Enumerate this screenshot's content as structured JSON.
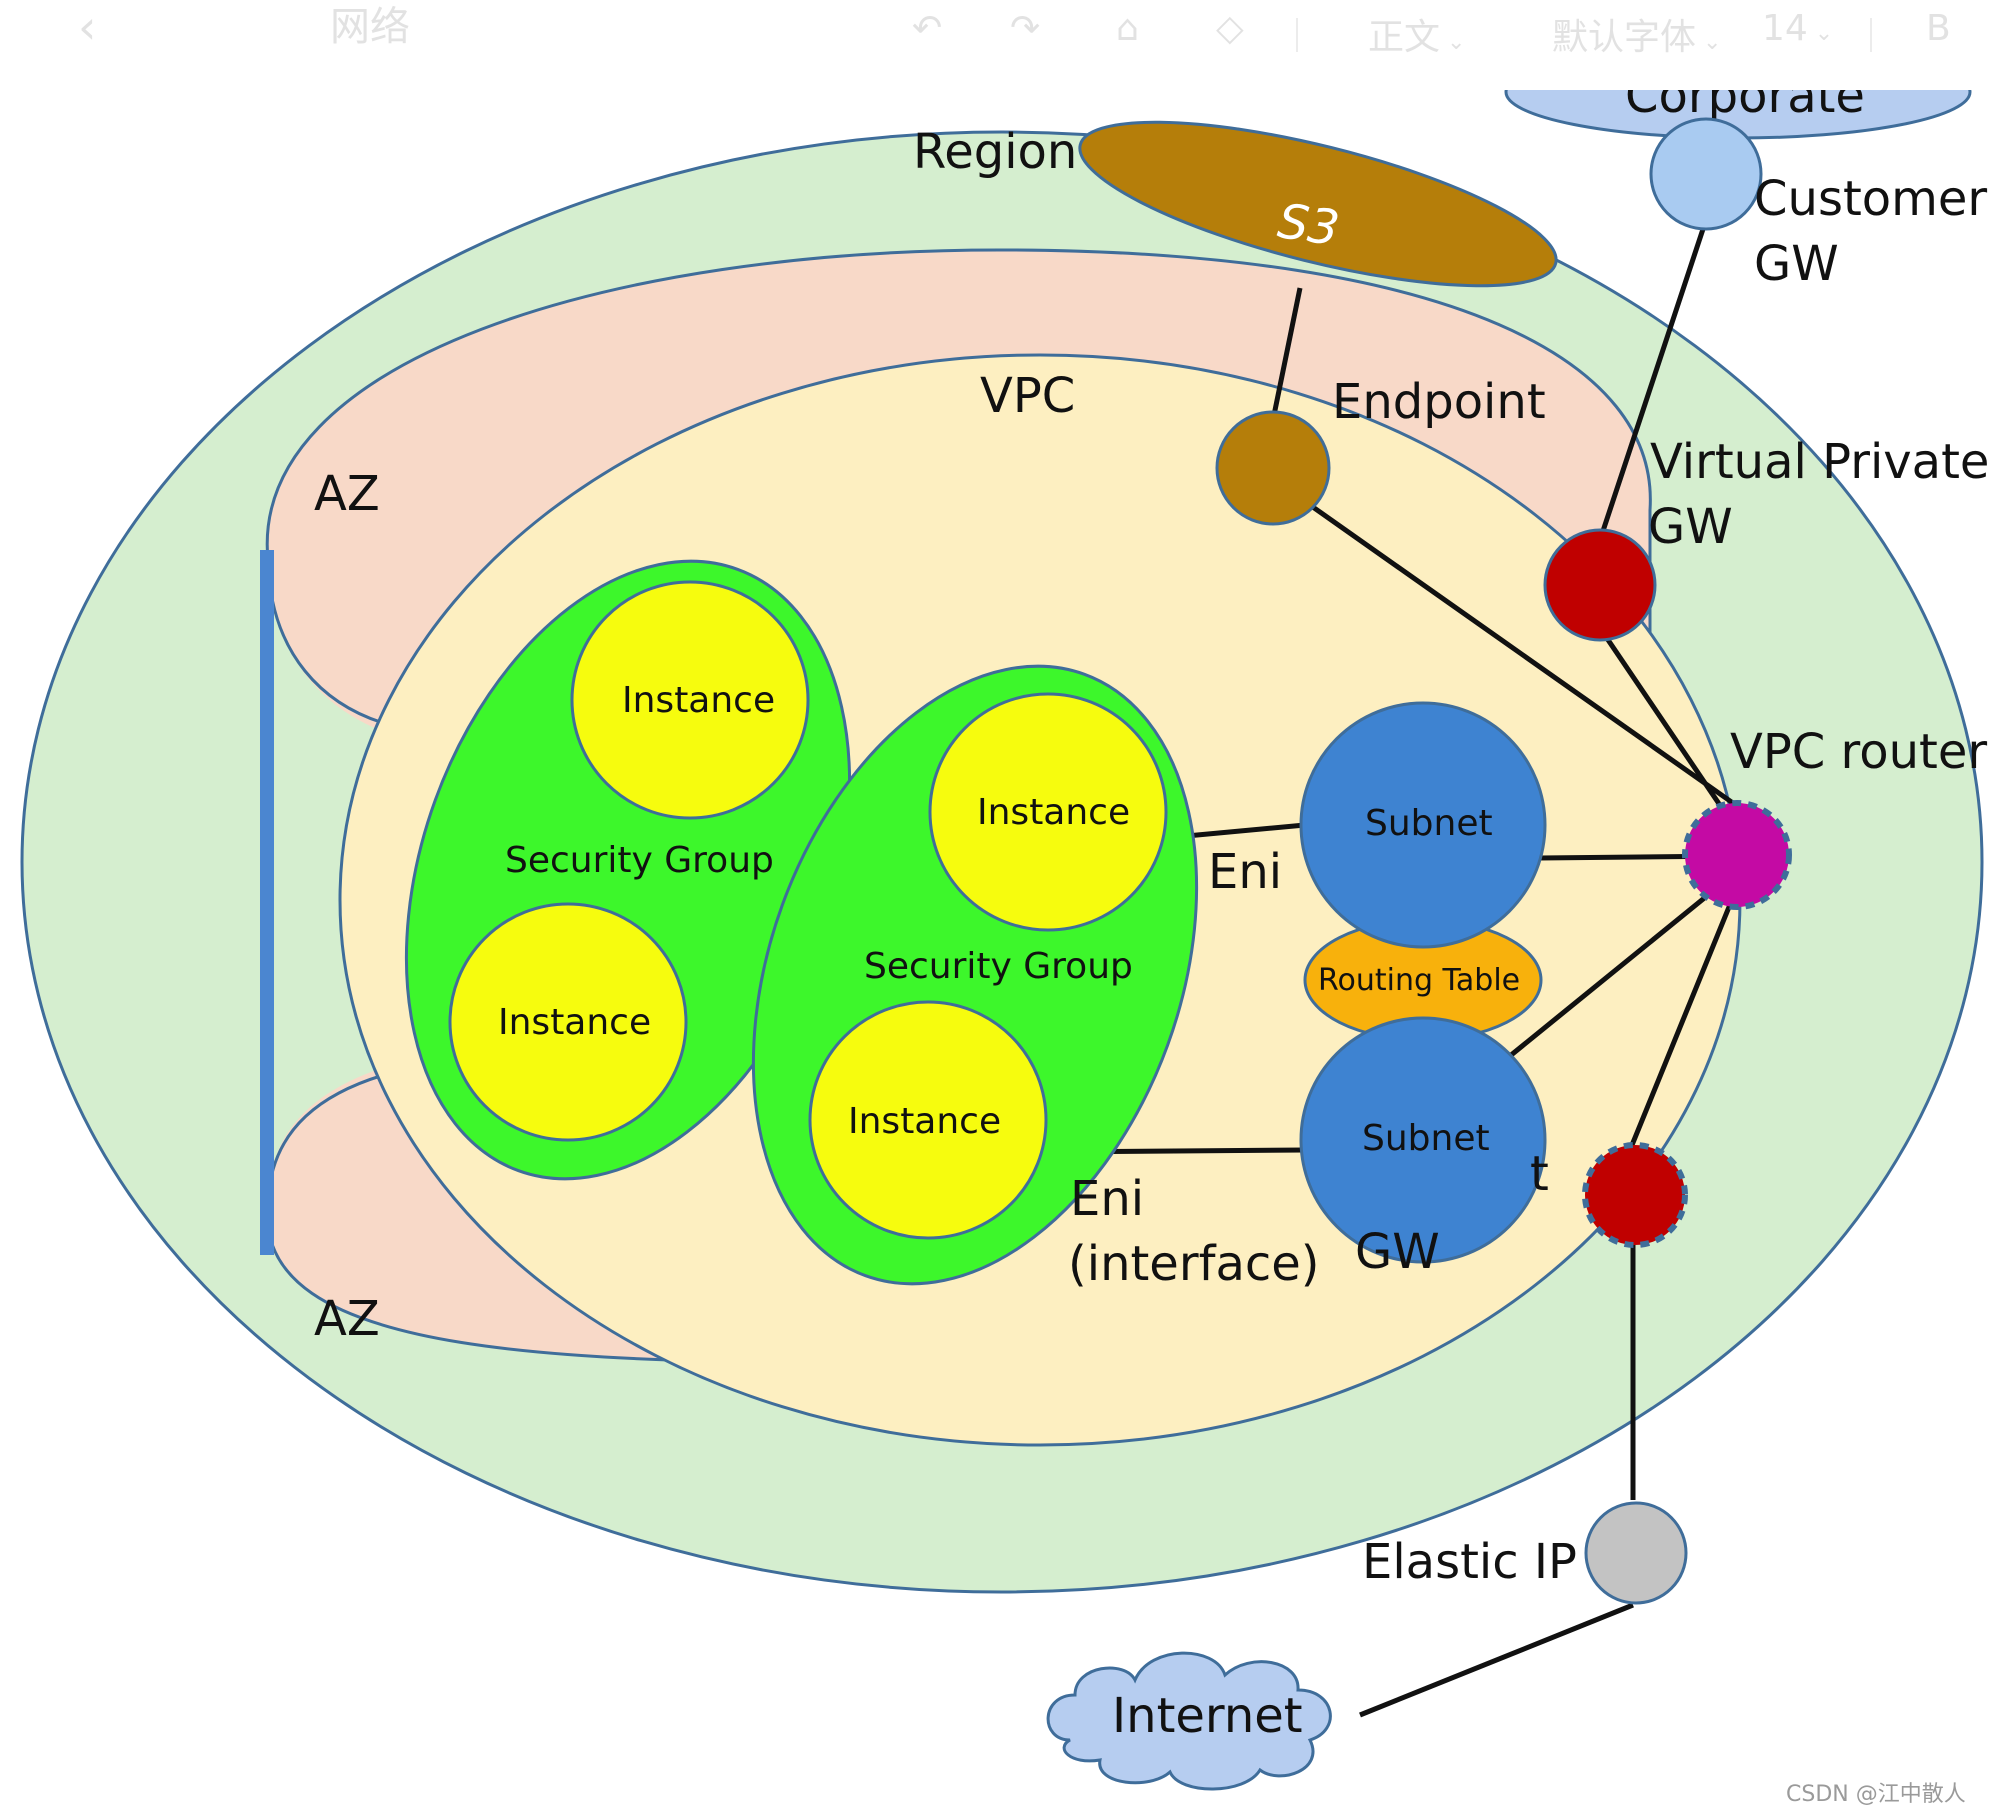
{
  "toolbar": {
    "title": "网络",
    "paragraph_style": "正文",
    "font_name": "默认字体",
    "font_size": "14",
    "bold": "B",
    "icons": [
      "back-icon",
      "undo-icon",
      "redo-icon",
      "format-painter-icon",
      "eraser-icon"
    ]
  },
  "diagram": {
    "region": "Region",
    "s3": "S3",
    "corporate": "Corporate",
    "customer_gw": [
      "Customer",
      "GW"
    ],
    "vpc": "VPC",
    "endpoint": "Endpoint",
    "virtual_private_gw": [
      "Virtual Private",
      "GW"
    ],
    "az_top": "AZ",
    "az_bottom": "AZ",
    "vpc_router": "VPC router",
    "security_group_1": "Security Group",
    "security_group_2": "Security Group",
    "instances": [
      "Instance",
      "Instance",
      "Instance",
      "Instance"
    ],
    "subnet_top": "Subnet",
    "subnet_bottom": "Subnet",
    "routing_table": "Routing Table",
    "eni_top": "Eni",
    "eni_bottom": [
      "Eni",
      "(interface)"
    ],
    "igw_partial": [
      "t",
      "GW"
    ],
    "elastic_ip": "Elastic IP",
    "internet": "Internet"
  },
  "watermark": "CSDN @江中散人",
  "colors": {
    "region_fill": "#d5eecf",
    "az_fill": "#f8d9c8",
    "vpc_fill": "#fdefc1",
    "security_group": "#3df72b",
    "instance": "#f6fc0e",
    "subnet": "#3e83d1",
    "routing_table": "#f8b10c",
    "s3": "#b57e0a",
    "vgw": "#c00000",
    "router": "#c40aa4",
    "elastic_ip": "#c3c3c3",
    "cloud": "#b6cdf0"
  }
}
